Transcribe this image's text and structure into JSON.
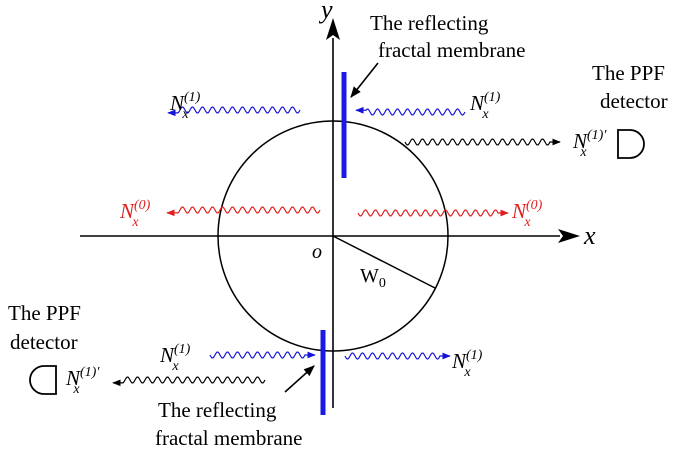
{
  "axes": {
    "x_label": "x",
    "y_label": "y",
    "origin_label": "o"
  },
  "radius_label": {
    "main": "W",
    "sub": "0"
  },
  "membrane_top": {
    "line1": "The  reflecting",
    "line2": "fractal membrane"
  },
  "membrane_bottom": {
    "line1": "The  reflecting",
    "line2": "fractal membrane"
  },
  "detector_right": {
    "line1": "The PPF",
    "line2": "detector"
  },
  "detector_left": {
    "line1": "The PPF",
    "line2": "detector"
  },
  "photon_labels": {
    "main": "N",
    "sub": "x",
    "sup_one": "(1)",
    "sup_zero": "(0)",
    "prime": "′"
  },
  "colors": {
    "blue": "#1515d8",
    "red": "#e01e1e",
    "black": "#000000",
    "membrane": "#1a1ae6"
  }
}
